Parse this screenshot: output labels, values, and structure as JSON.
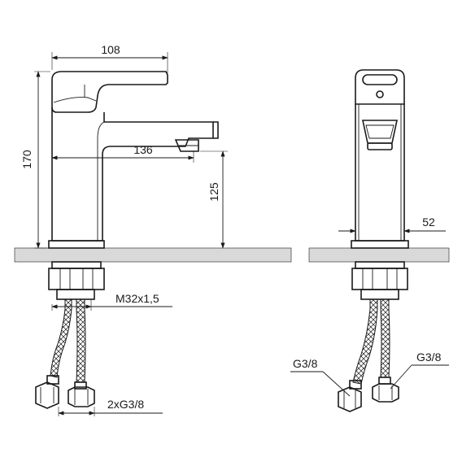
{
  "dimensions": {
    "total_width": "108",
    "total_height": "170",
    "spout_reach": "136",
    "spout_height": "125",
    "body_width": "52",
    "thread": "M32x1,5",
    "hose_connections": "2xG3/8",
    "hose_left": "G3/8",
    "hose_right": "G3/8"
  },
  "colors": {
    "line": "#1a1a1a",
    "countertop": "#d9d9d9"
  }
}
